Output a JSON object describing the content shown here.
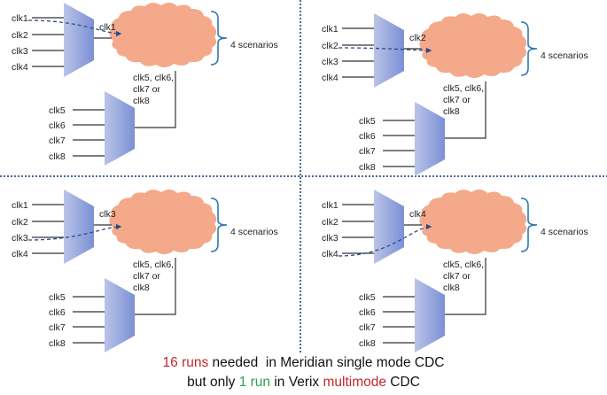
{
  "colors": {
    "cloud": "#F4A98A",
    "mux_light": "#BAC4E8",
    "mux_dark": "#7B90D5",
    "wire": "#333333",
    "dashed_path": "#2d4a86",
    "bracket": "#2f7ab0",
    "divider": "#4a6a92",
    "highlight_red": "#c0282b",
    "highlight_green": "#2e9e4f"
  },
  "quadrants": [
    {
      "id": "top-left",
      "mux1_inputs": [
        "clk1",
        "clk2",
        "clk3",
        "clk4"
      ],
      "selected_clock": "clk1",
      "selected_index": 0,
      "output_label": "clk1",
      "mux2_inputs": [
        "clk5",
        "clk6",
        "clk7",
        "clk8"
      ],
      "mux2_output_label": [
        "clk5, clk6,",
        "clk7 or",
        "clk8"
      ],
      "scenarios_label": "4 scenarios"
    },
    {
      "id": "top-right",
      "mux1_inputs": [
        "clk1",
        "clk2",
        "clk3",
        "clk4"
      ],
      "selected_clock": "clk2",
      "selected_index": 1,
      "output_label": "clk2",
      "mux2_inputs": [
        "clk5",
        "clk6",
        "clk7",
        "clk8"
      ],
      "mux2_output_label": [
        "clk5, clk6,",
        "clk7 or",
        "clk8"
      ],
      "scenarios_label": "4 scenarios"
    },
    {
      "id": "bottom-left",
      "mux1_inputs": [
        "clk1",
        "clk2",
        "clk3",
        "clk4"
      ],
      "selected_clock": "clk3",
      "selected_index": 2,
      "output_label": "clk3",
      "mux2_inputs": [
        "clk5",
        "clk6",
        "clk7",
        "clk8"
      ],
      "mux2_output_label": [
        "clk5, clk6,",
        "clk7 or",
        "clk8"
      ],
      "scenarios_label": "4 scenarios"
    },
    {
      "id": "bottom-right",
      "mux1_inputs": [
        "clk1",
        "clk2",
        "clk3",
        "clk4"
      ],
      "selected_clock": "clk4",
      "selected_index": 3,
      "output_label": "clk4",
      "mux2_inputs": [
        "clk5",
        "clk6",
        "clk7",
        "clk8"
      ],
      "mux2_output_label": [
        "clk5, clk6,",
        "clk7 or",
        "clk8"
      ],
      "scenarios_label": "4 scenarios"
    }
  ],
  "caption": {
    "line1": {
      "runs_count_text": "16 runs",
      "rest": " needed  in Meridian single mode CDC"
    },
    "line2": {
      "prefix": "but only ",
      "runs_count_text": "1 run",
      "middle": " in Verix ",
      "mode_text": "multimode",
      "suffix": " CDC"
    }
  }
}
